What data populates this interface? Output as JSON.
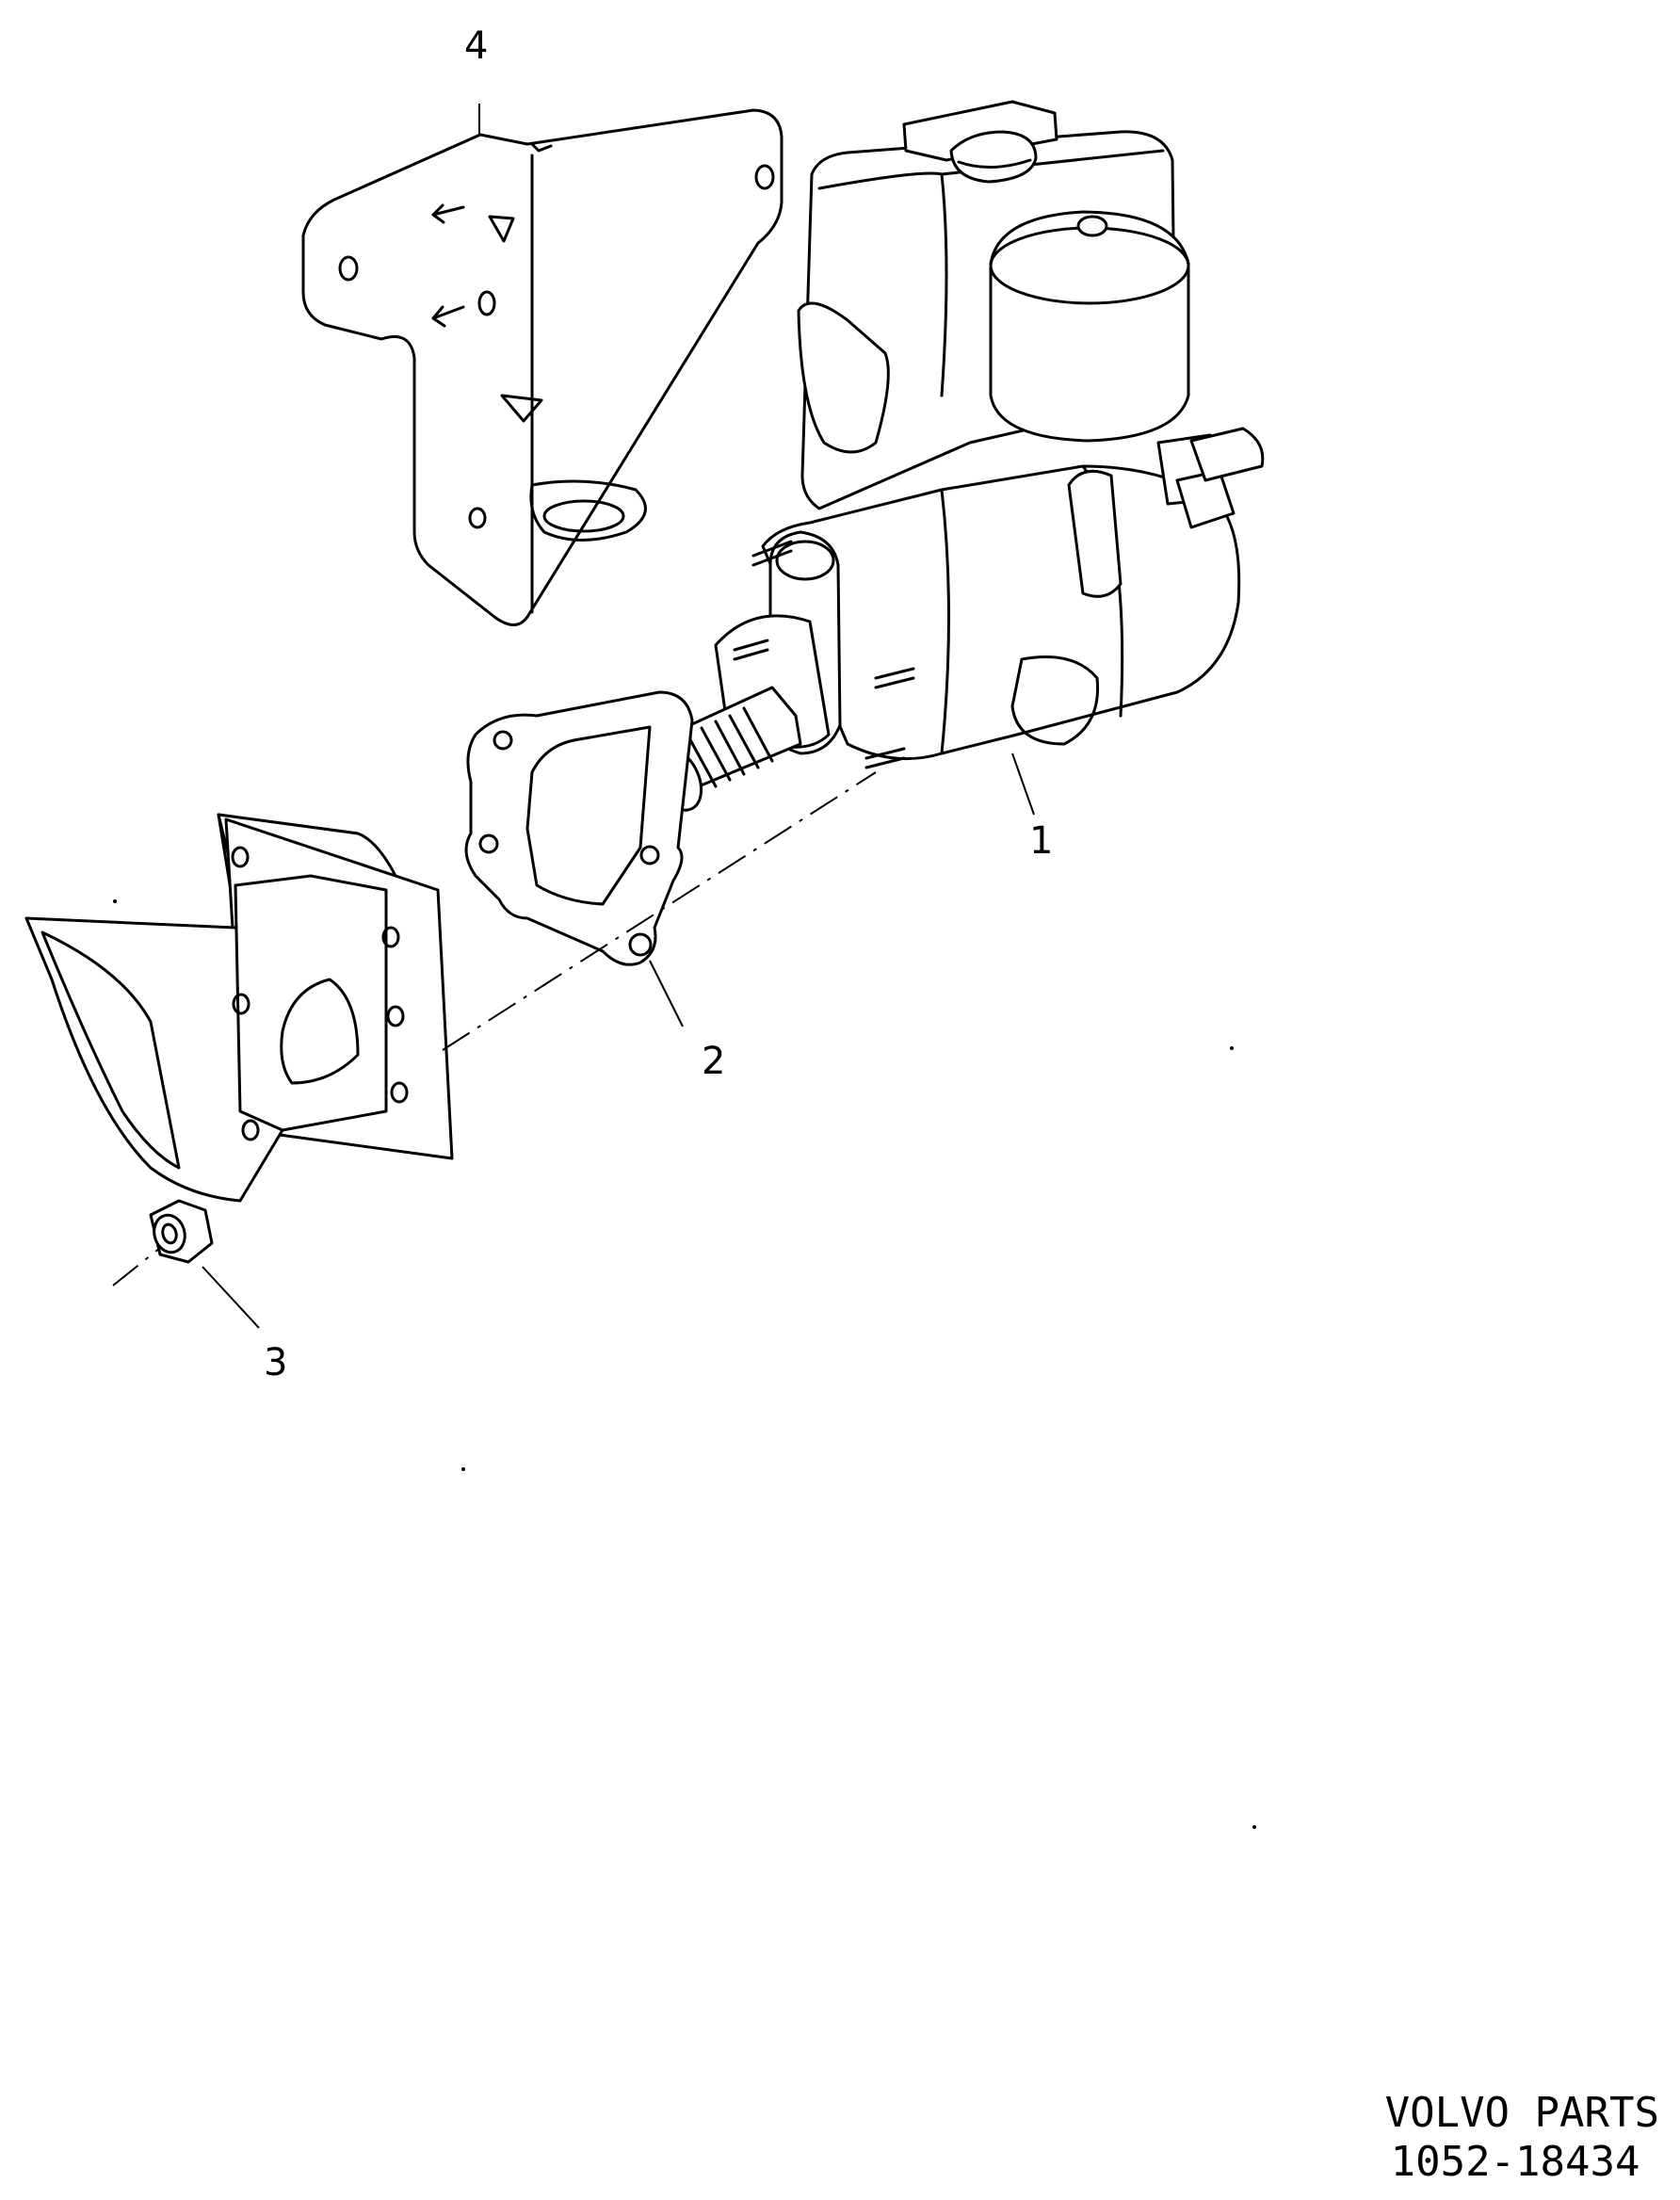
{
  "callouts": {
    "c1": "1",
    "c2": "2",
    "c3": "3",
    "c4": "4"
  },
  "footer": {
    "brand": "VOLVO PARTS",
    "code": "1052-18434"
  }
}
